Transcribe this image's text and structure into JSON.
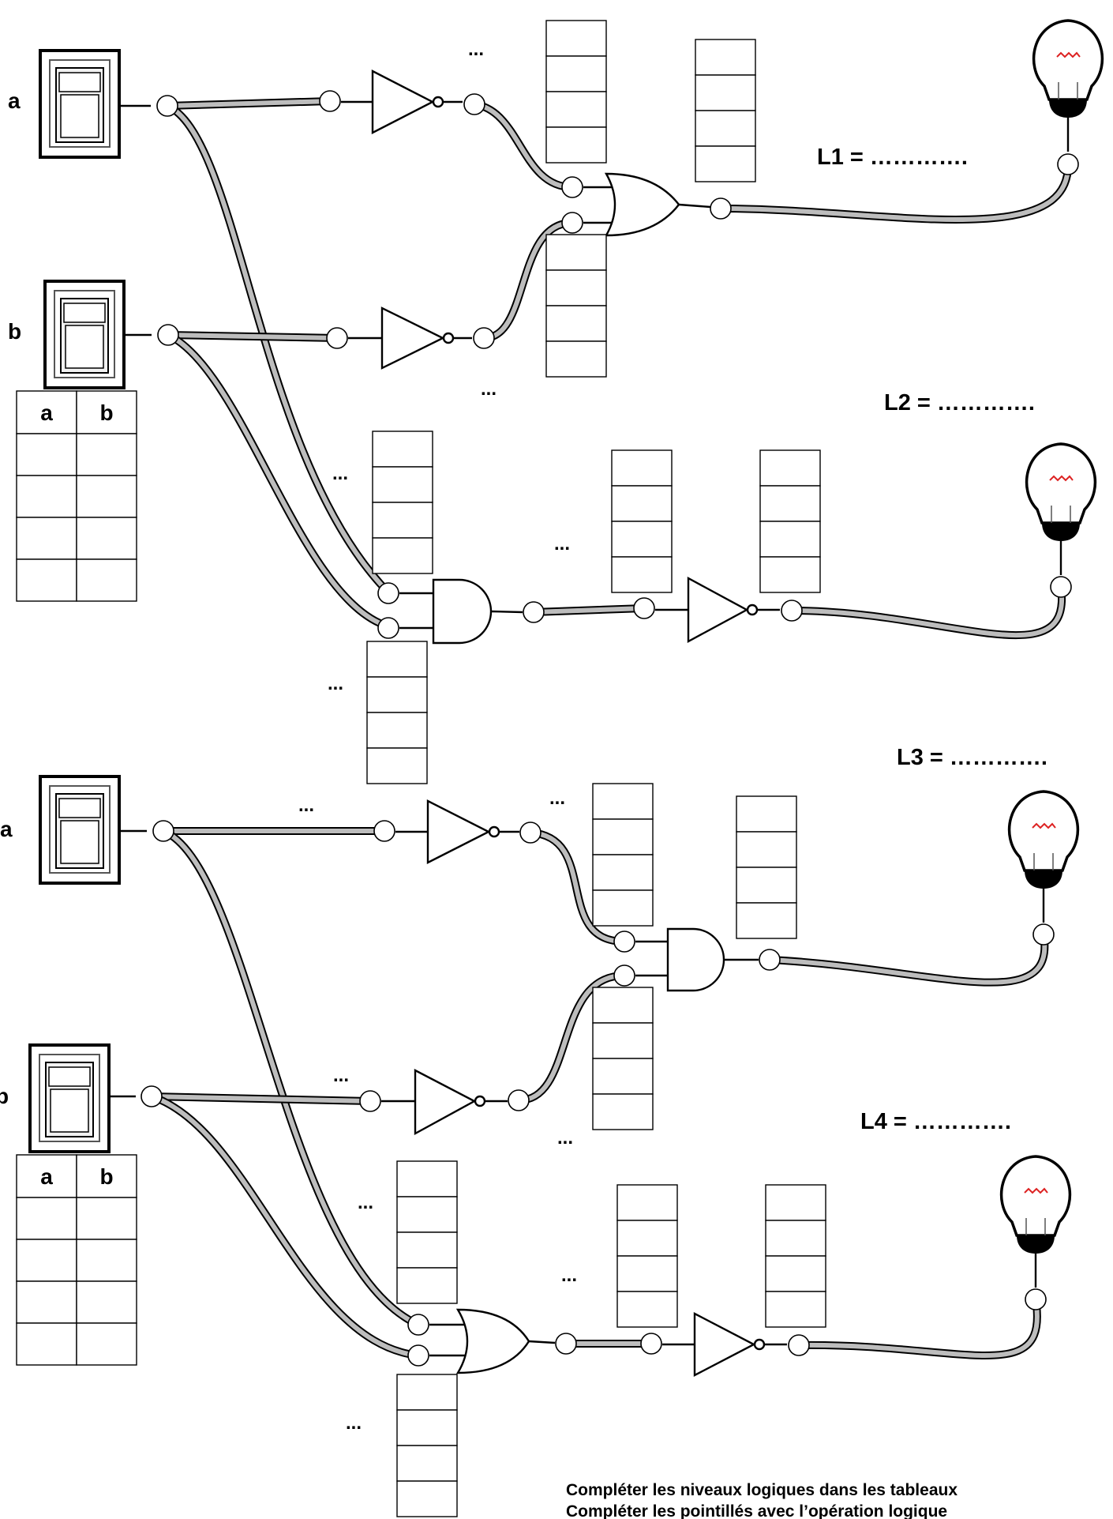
{
  "switch_labels": {
    "a1": "a",
    "b1": "b",
    "a2": "a",
    "b2": "b"
  },
  "truth_tables": [
    {
      "headers": [
        "a",
        "b"
      ]
    },
    {
      "headers": [
        "a",
        "b"
      ]
    }
  ],
  "lamp_labels": {
    "l1": "L1 = ………….",
    "l2": "L2 = ………….",
    "l3": "L3 = ………….",
    "l4": "L4 = …………."
  },
  "blank_mark": "...",
  "instructions": [
    "Compléter les niveaux logiques dans les tableaux",
    "Compléter les pointillés avec l’opération logique"
  ]
}
